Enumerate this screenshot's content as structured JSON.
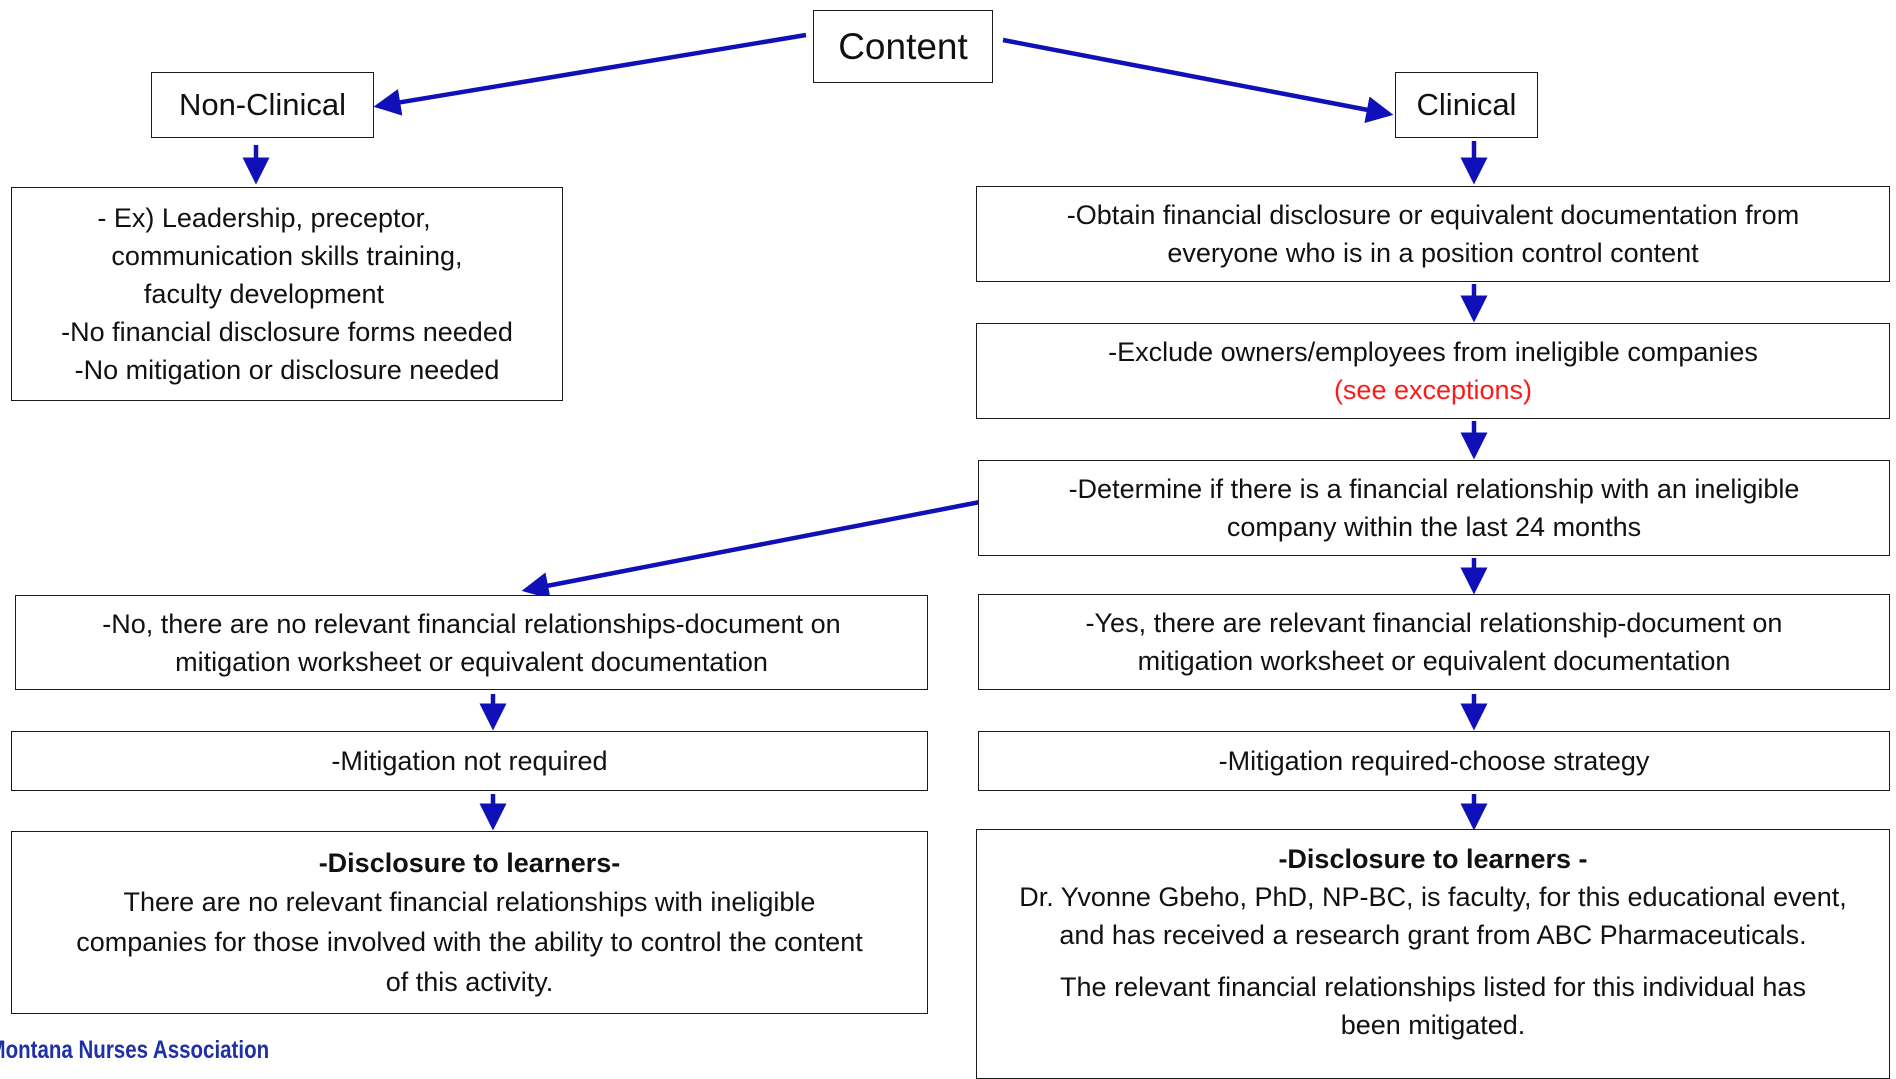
{
  "content_node": {
    "label": "Content"
  },
  "non_clinical": {
    "label": "Non-Clinical",
    "details": [
      "-   Ex) Leadership, preceptor,",
      "communication skills training,",
      "faculty development",
      "-No financial disclosure forms needed",
      "-No mitigation or disclosure needed"
    ]
  },
  "clinical": {
    "label": "Clinical",
    "obtain": [
      "-Obtain financial disclosure or equivalent documentation  from",
      "everyone who is in a position control content"
    ],
    "exclude": "-Exclude owners/employees from ineligible companies",
    "exceptions": "(see exceptions)",
    "determine": [
      "-Determine if there is a financial relationship with an ineligible",
      "company within the last 24 months"
    ]
  },
  "no_branch": {
    "relationship": [
      "-No, there are no relevant financial relationships-document on",
      "mitigation worksheet or equivalent documentation"
    ],
    "mitigation": "-Mitigation not required",
    "disclosure_heading": "-Disclosure to learners-",
    "disclosure_body": [
      "There are no relevant financial relationships with ineligible",
      "companies for those involved with the ability to control the content",
      "of this activity."
    ]
  },
  "yes_branch": {
    "relationship": [
      "-Yes, there are relevant financial relationship-document on",
      "mitigation worksheet or equivalent documentation"
    ],
    "mitigation": "-Mitigation required-choose strategy",
    "disclosure_heading": "-Disclosure to learners -",
    "disclosure_body": [
      "Dr. Yvonne Gbeho, PhD, NP-BC, is faculty, for this educational event,",
      "and has received a research grant from ABC Pharmaceuticals."
    ],
    "mitigated_note": [
      "The relevant financial relationships listed for this individual has",
      "been mitigated."
    ]
  },
  "footer": {
    "logo_text": "Montana Nurses Association"
  },
  "colors": {
    "arrow": "#1010b8",
    "border": "#1a1a1a",
    "exceptions": "#ff1a1a",
    "logo": "#1f2fa8"
  }
}
